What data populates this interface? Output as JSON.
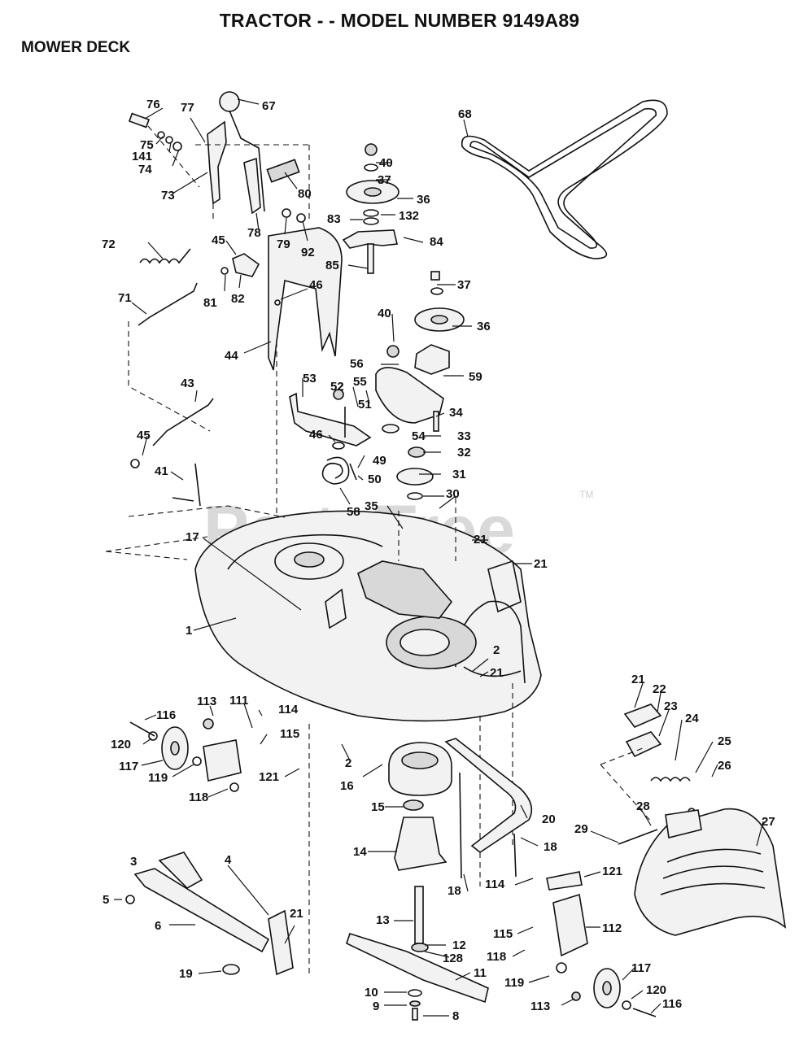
{
  "title": "TRACTOR - - MODEL NUMBER 9149A89",
  "subtitle": "MOWER DECK",
  "watermark": "PartsTree",
  "trademark": "TM",
  "callouts": [
    {
      "id": "c76",
      "text": "76"
    },
    {
      "id": "c77",
      "text": "77"
    },
    {
      "id": "c67",
      "text": "67"
    },
    {
      "id": "c75",
      "text": "75"
    },
    {
      "id": "c141",
      "text": "141"
    },
    {
      "id": "c74",
      "text": "74"
    },
    {
      "id": "c73",
      "text": "73"
    },
    {
      "id": "c80",
      "text": "80"
    },
    {
      "id": "c78",
      "text": "78"
    },
    {
      "id": "c79",
      "text": "79"
    },
    {
      "id": "c92",
      "text": "92"
    },
    {
      "id": "c72",
      "text": "72"
    },
    {
      "id": "c45a",
      "text": "45"
    },
    {
      "id": "c81",
      "text": "81"
    },
    {
      "id": "c82",
      "text": "82"
    },
    {
      "id": "c71",
      "text": "71"
    },
    {
      "id": "c46a",
      "text": "46"
    },
    {
      "id": "c44",
      "text": "44"
    },
    {
      "id": "c43",
      "text": "43"
    },
    {
      "id": "c45b",
      "text": "45"
    },
    {
      "id": "c41",
      "text": "41"
    },
    {
      "id": "c40a",
      "text": "40"
    },
    {
      "id": "c37a",
      "text": "37"
    },
    {
      "id": "c36a",
      "text": "36"
    },
    {
      "id": "c83",
      "text": "83"
    },
    {
      "id": "c132",
      "text": "132"
    },
    {
      "id": "c84",
      "text": "84"
    },
    {
      "id": "c85",
      "text": "85"
    },
    {
      "id": "c68",
      "text": "68"
    },
    {
      "id": "c37b",
      "text": "37"
    },
    {
      "id": "c40b",
      "text": "40"
    },
    {
      "id": "c36b",
      "text": "36"
    },
    {
      "id": "c56",
      "text": "56"
    },
    {
      "id": "c59",
      "text": "59"
    },
    {
      "id": "c53",
      "text": "53"
    },
    {
      "id": "c52",
      "text": "52"
    },
    {
      "id": "c55",
      "text": "55"
    },
    {
      "id": "c51",
      "text": "51"
    },
    {
      "id": "c34",
      "text": "34"
    },
    {
      "id": "c54",
      "text": "54"
    },
    {
      "id": "c46b",
      "text": "46"
    },
    {
      "id": "c33",
      "text": "33"
    },
    {
      "id": "c49",
      "text": "49"
    },
    {
      "id": "c32",
      "text": "32"
    },
    {
      "id": "c50",
      "text": "50"
    },
    {
      "id": "c31",
      "text": "31"
    },
    {
      "id": "c30",
      "text": "30"
    },
    {
      "id": "c58",
      "text": "58"
    },
    {
      "id": "c35",
      "text": "35"
    },
    {
      "id": "c17",
      "text": "17"
    },
    {
      "id": "c21a",
      "text": "21"
    },
    {
      "id": "c21b",
      "text": "21"
    },
    {
      "id": "c1",
      "text": "1"
    },
    {
      "id": "c2a",
      "text": "2"
    },
    {
      "id": "c21c",
      "text": "21"
    },
    {
      "id": "c21d",
      "text": "21"
    },
    {
      "id": "c22",
      "text": "22"
    },
    {
      "id": "c23",
      "text": "23"
    },
    {
      "id": "c24",
      "text": "24"
    },
    {
      "id": "c25",
      "text": "25"
    },
    {
      "id": "c26",
      "text": "26"
    },
    {
      "id": "c113a",
      "text": "113"
    },
    {
      "id": "c111",
      "text": "111"
    },
    {
      "id": "c114a",
      "text": "114"
    },
    {
      "id": "c116a",
      "text": "116"
    },
    {
      "id": "c115a",
      "text": "115"
    },
    {
      "id": "c120a",
      "text": "120"
    },
    {
      "id": "c117a",
      "text": "117"
    },
    {
      "id": "c119a",
      "text": "119"
    },
    {
      "id": "c121a",
      "text": "121"
    },
    {
      "id": "c118a",
      "text": "118"
    },
    {
      "id": "c2b",
      "text": "2"
    },
    {
      "id": "c16",
      "text": "16"
    },
    {
      "id": "c15",
      "text": "15"
    },
    {
      "id": "c20",
      "text": "20"
    },
    {
      "id": "c28",
      "text": "28"
    },
    {
      "id": "c27",
      "text": "27"
    },
    {
      "id": "c29",
      "text": "29"
    },
    {
      "id": "c14",
      "text": "14"
    },
    {
      "id": "c18a",
      "text": "18"
    },
    {
      "id": "c18b",
      "text": "18"
    },
    {
      "id": "c3",
      "text": "3"
    },
    {
      "id": "c4",
      "text": "4"
    },
    {
      "id": "c5",
      "text": "5"
    },
    {
      "id": "c114b",
      "text": "114"
    },
    {
      "id": "c121b",
      "text": "121"
    },
    {
      "id": "c6",
      "text": "6"
    },
    {
      "id": "c21e",
      "text": "21"
    },
    {
      "id": "c13",
      "text": "13"
    },
    {
      "id": "c12",
      "text": "12"
    },
    {
      "id": "c128",
      "text": "128"
    },
    {
      "id": "c115b",
      "text": "115"
    },
    {
      "id": "c112",
      "text": "112"
    },
    {
      "id": "c118b",
      "text": "118"
    },
    {
      "id": "c19",
      "text": "19"
    },
    {
      "id": "c11",
      "text": "11"
    },
    {
      "id": "c119b",
      "text": "119"
    },
    {
      "id": "c117b",
      "text": "117"
    },
    {
      "id": "c10",
      "text": "10"
    },
    {
      "id": "c120b",
      "text": "120"
    },
    {
      "id": "c9",
      "text": "9"
    },
    {
      "id": "c113b",
      "text": "113"
    },
    {
      "id": "c116b",
      "text": "116"
    },
    {
      "id": "c8",
      "text": "8"
    }
  ]
}
